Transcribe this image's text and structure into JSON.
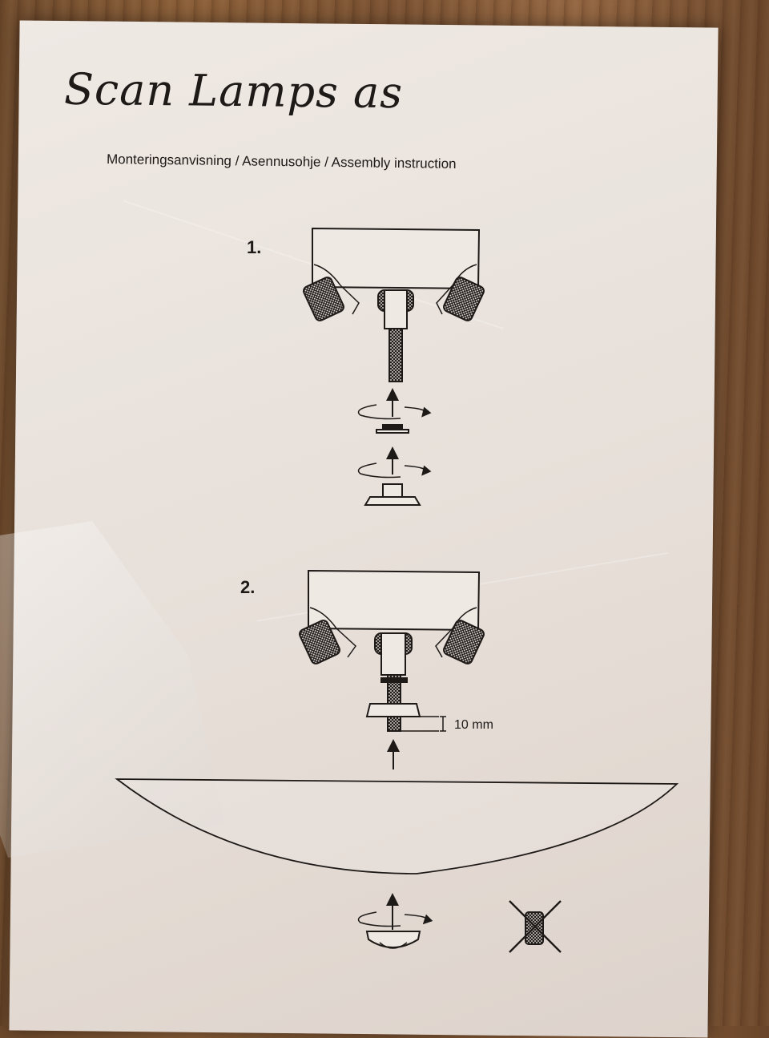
{
  "brand": "Scan Lamps as",
  "subtitle": "Monteringsanvisning / Asennusohje / Assembly instruction",
  "steps": [
    {
      "number": "1."
    },
    {
      "number": "2."
    }
  ],
  "measurement": "10 mm",
  "colors": {
    "ink": "#1e1a18",
    "paper": "#ebe4de",
    "wood": "#7a5232"
  }
}
